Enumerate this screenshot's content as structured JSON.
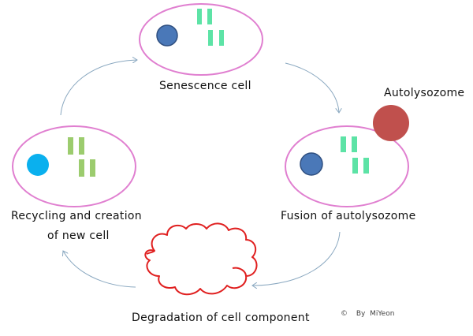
{
  "diagram": {
    "colors": {
      "cell_outline": "#e07fd0",
      "nucleus_senescent": "#4a78b8",
      "nucleus_senescent_stroke": "#2f4f80",
      "nucleus_new": "#0ab0ee",
      "organelle_senescent": "#5de3a6",
      "organelle_new": "#9ccc6e",
      "autolysozome": "#c0504d",
      "degradation_cloud": "#e02020",
      "arrow": "#8aa8c0"
    },
    "nodes": {
      "senescence": {
        "label": "Senescence cell"
      },
      "fusion": {
        "label": "Fusion of autolysozome"
      },
      "autolysozome": {
        "label": "Autolysozome"
      },
      "degradation": {
        "label": "Degradation of cell component"
      },
      "recycling": {
        "label_line1": "Recycling and creation",
        "label_line2": "of new cell"
      }
    },
    "cycle_order": [
      "Senescence cell",
      "Fusion of autolysozome",
      "Degradation of cell component",
      "Recycling and creation of new cell"
    ],
    "credit": {
      "symbol": "©",
      "text": "By  MiYeon"
    }
  }
}
